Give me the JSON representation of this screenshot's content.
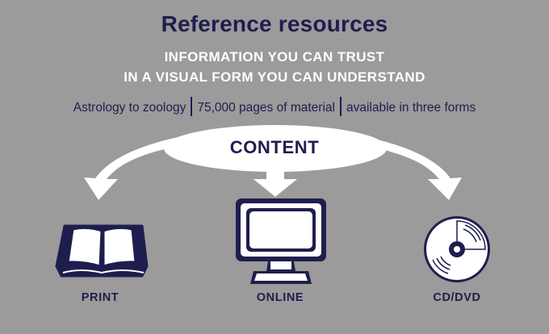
{
  "title": "Reference resources",
  "subtitle_lines": [
    "INFORMATION YOU CAN TRUST",
    "IN A VISUAL FORM YOU CAN UNDERSTAND"
  ],
  "facts": [
    "Astrology to zoology",
    "75,000 pages of material",
    "available in three forms"
  ],
  "hub_label": "CONTENT",
  "formats": [
    {
      "label": "PRINT",
      "icon": "open-book-icon"
    },
    {
      "label": "ONLINE",
      "icon": "computer-monitor-icon"
    },
    {
      "label": "CD/DVD",
      "icon": "disc-icon"
    }
  ],
  "colors": {
    "background": "#9c9a9b",
    "navy": "#1e1e4e",
    "white": "#ffffff"
  }
}
